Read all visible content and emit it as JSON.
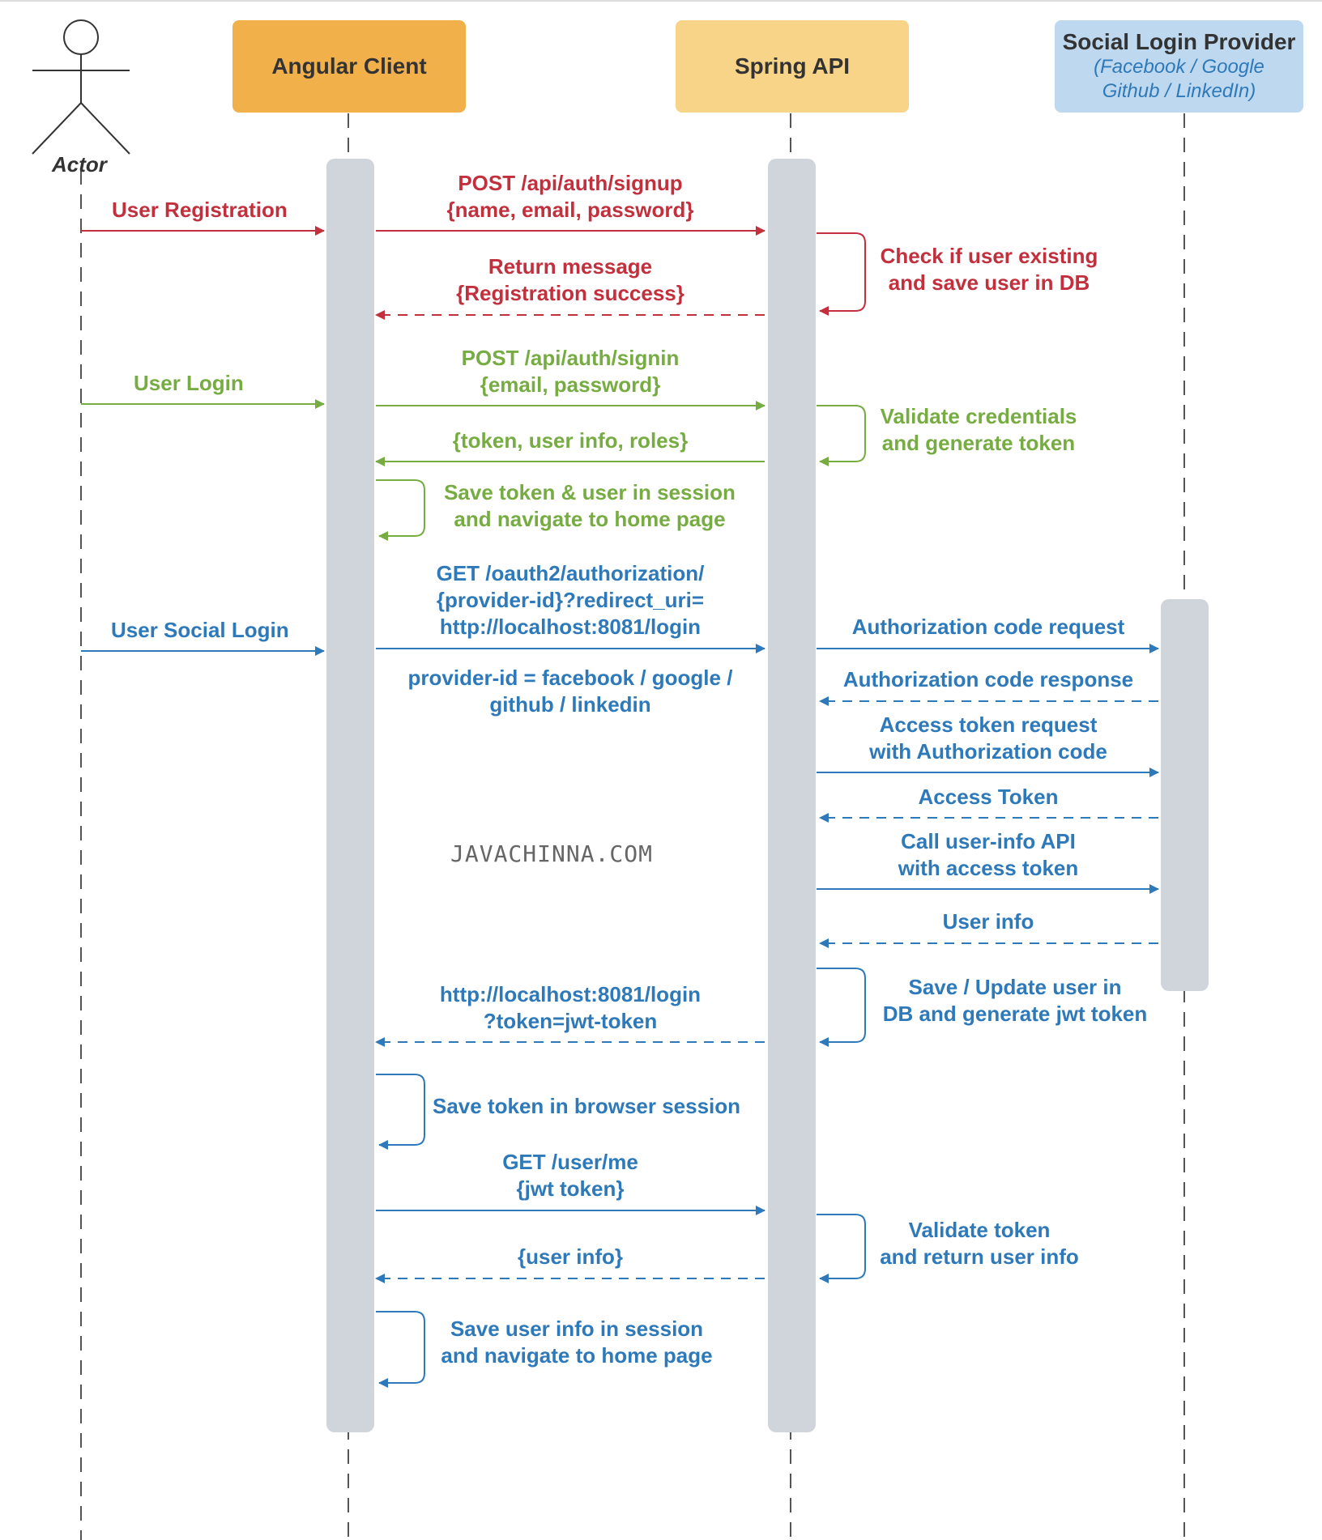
{
  "participants": {
    "actor": "Actor",
    "client": "Angular Client",
    "api": "Spring API",
    "provider": {
      "title": "Social Login Provider",
      "sub1": "(Facebook / Google",
      "sub2": "Github / LinkedIn)"
    }
  },
  "colors": {
    "registration": "#c3303d",
    "login": "#76ac41",
    "social": "#2e79b9",
    "client_box": "#f2b04a",
    "api_box": "#f7d487",
    "provider_box": "#bdd8ef",
    "activation": "#d0d5db"
  },
  "registration": {
    "actor_msg": "User Registration",
    "signup_line1": "POST /api/auth/signup",
    "signup_line2": "{name, email, password}",
    "check_line1": "Check if user existing",
    "check_line2": "and save user in DB",
    "return_line1": "Return message",
    "return_line2": "{Registration success}"
  },
  "login": {
    "actor_msg": "User Login",
    "signin_line1": "POST /api/auth/signin",
    "signin_line2": "{email, password}",
    "validate_line1": "Validate credentials",
    "validate_line2": "and generate token",
    "token_msg": "{token, user info, roles}",
    "save_line1": "Save token & user in session",
    "save_line2": "and navigate to home page"
  },
  "social": {
    "actor_msg": "User Social Login",
    "get_line1": "GET /oauth2/authorization/",
    "get_line2": "{provider-id}?redirect_uri=",
    "get_line3": "http://localhost:8081/login",
    "provider_line1": "provider-id = facebook / google /",
    "provider_line2": "github / linkedin",
    "auth_code_request": "Authorization code request",
    "auth_code_response": "Authorization code response",
    "access_req_line1": "Access token request",
    "access_req_line2": "with Authorization code",
    "access_token": "Access Token",
    "userinfo_api_line1": "Call user-info API",
    "userinfo_api_line2": "with access token",
    "user_info": "User info",
    "save_update_line1": "Save / Update user in",
    "save_update_line2": "DB and generate jwt token",
    "redirect_line1": "http://localhost:8081/login",
    "redirect_line2": "?token=jwt-token",
    "save_browser": "Save token in browser session",
    "getme_line1": "GET /user/me",
    "getme_line2": "{jwt token}",
    "validate_line1": "Validate token",
    "validate_line2": "and return user info",
    "userinfo_return": "{user info}",
    "final_line1": "Save user info in session",
    "final_line2": "and navigate to home page"
  },
  "watermark": "JAVACHINNA.COM"
}
